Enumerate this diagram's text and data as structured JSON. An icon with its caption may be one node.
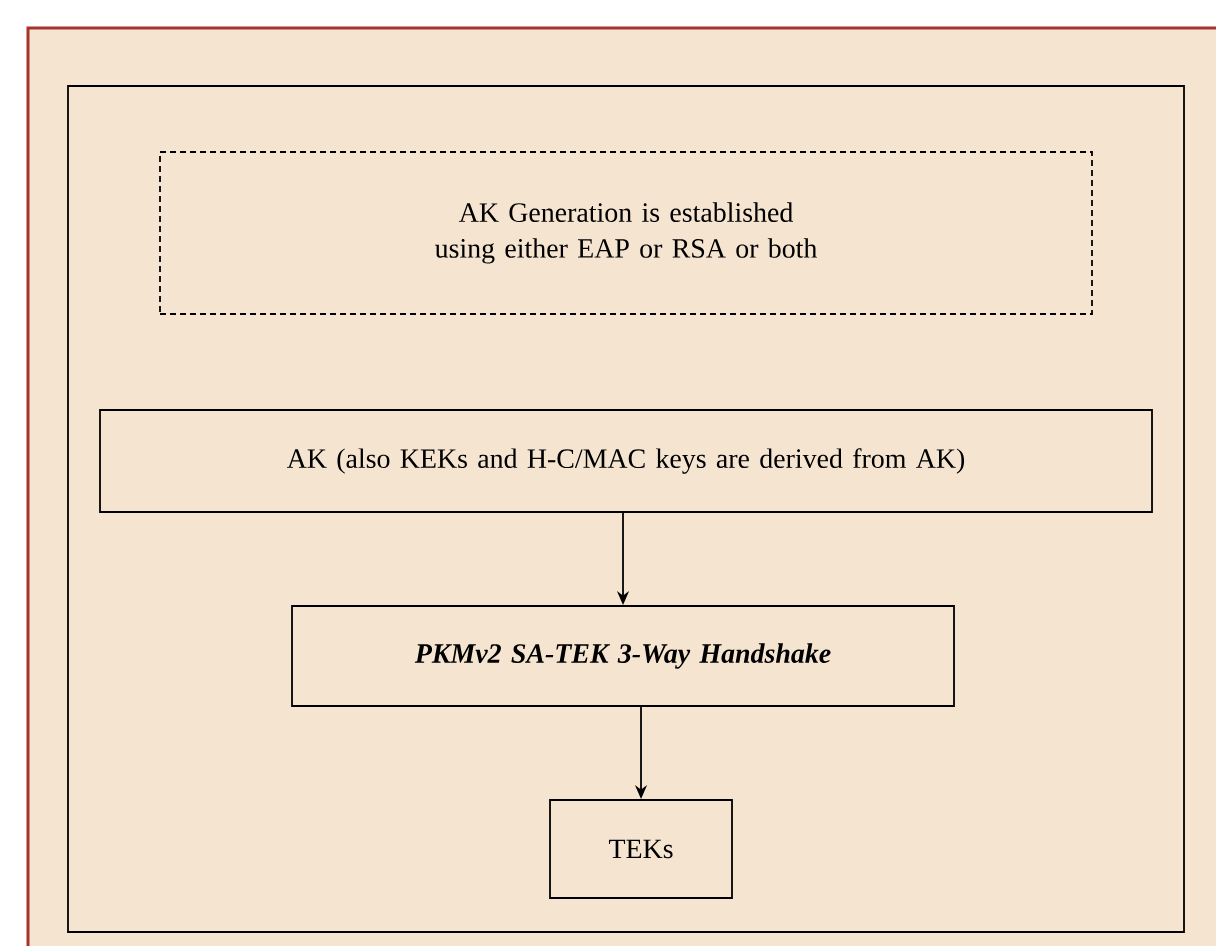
{
  "diagram": {
    "nodes": [
      {
        "text": [],
        "shape": "box"
      },
      {
        "text": [
          "AK Generation is established using either EAP or RSA or both"
        ],
        "in": 0
      },
      {
        "text": [
          "AK (also KEKs and H-C/MAC keys are derived from AK)"
        ],
        "in": 0
      },
      {
        "text": [
          "PKMv2 SA-TEK 3-Way Handshake"
        ],
        "in": 0
      },
      {
        "text": [
          "TEKs"
        ],
        "in": 0
      }
    ],
    "edges": [
      {
        "from": 2,
        "to": 3,
        "arrow": "to"
      },
      {
        "from": 3,
        "to": 4,
        "arrow": "to"
      }
    ]
  }
}
